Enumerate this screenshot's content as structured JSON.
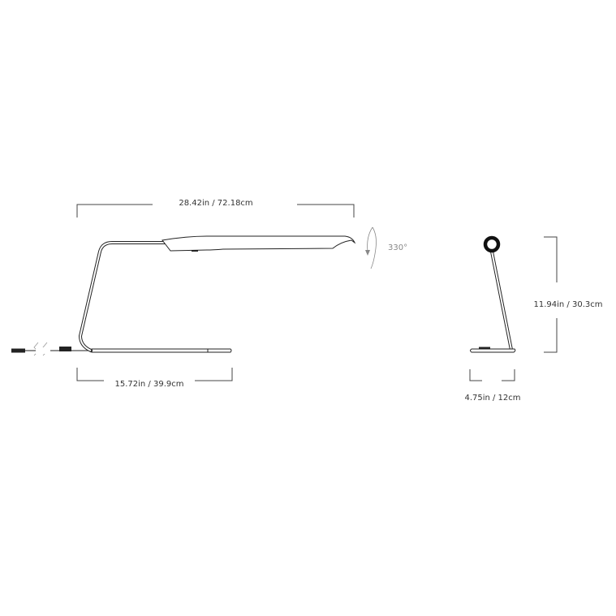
{
  "side_view": {
    "overall_width": "28.42in / 72.18cm",
    "base_length": "15.72in / 39.9cm",
    "rotation": "330°"
  },
  "front_view": {
    "height": "11.94in / 30.3cm",
    "base_width": "4.75in / 12cm"
  },
  "colors": {
    "line": "#444444",
    "rotation_label": "#888888"
  }
}
